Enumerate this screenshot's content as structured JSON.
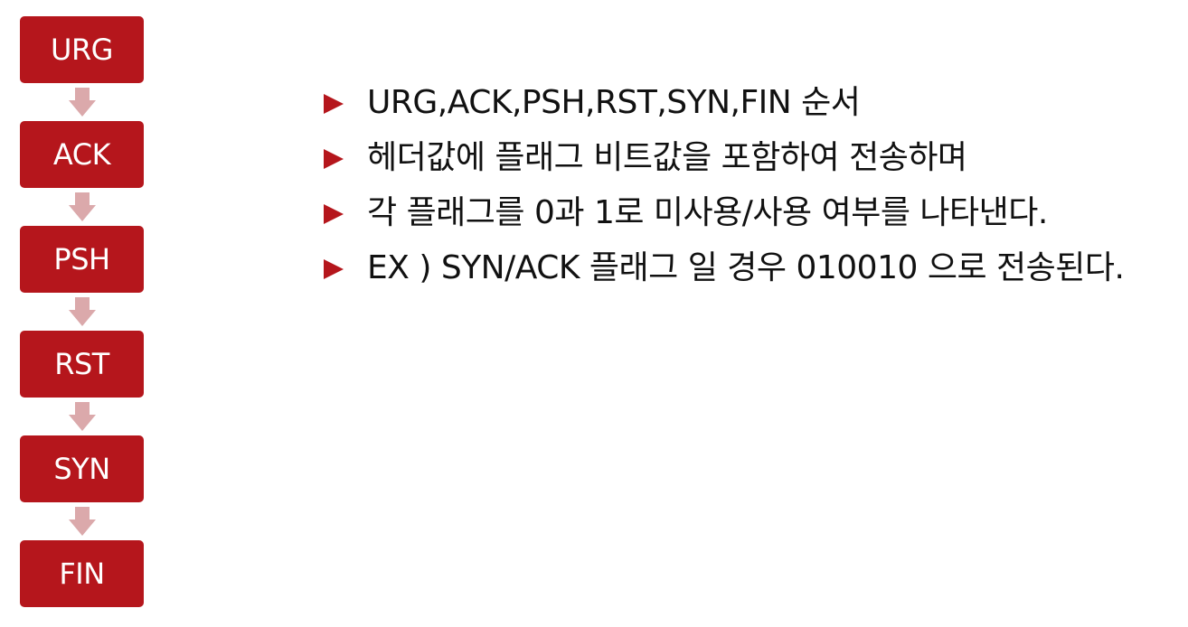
{
  "colors": {
    "box_fill": "#b5161c",
    "arrow_fill": "#dba9ab",
    "bullet_marker": "#b5161c",
    "text": "#111111"
  },
  "flow": {
    "flags": [
      "URG",
      "ACK",
      "PSH",
      "RST",
      "SYN",
      "FIN"
    ]
  },
  "bullets": [
    "URG,ACK,PSH,RST,SYN,FIN 순서",
    "헤더값에 플래그 비트값을 포함하여 전송하며",
    "각 플래그를 0과 1로 미사용/사용 여부를 나타낸다.",
    "EX ) SYN/ACK 플래그 일 경우 010010 으로 전송된다."
  ]
}
